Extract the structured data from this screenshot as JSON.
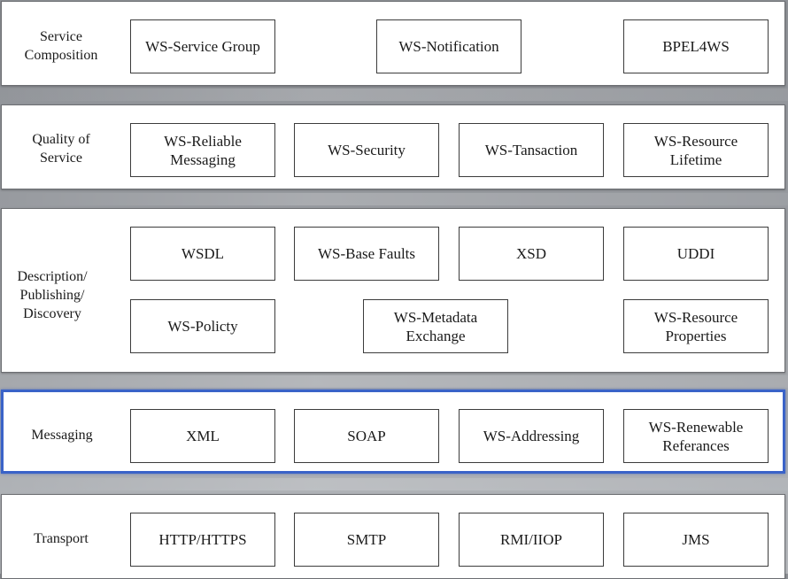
{
  "layers": {
    "service_composition": {
      "label": "Service\nComposition",
      "items": [
        "WS-Service Group",
        "WS-Notification",
        "BPEL4WS"
      ]
    },
    "quality_of_service": {
      "label": "Quality of\nService",
      "items": [
        "WS-Reliable\nMessaging",
        "WS-Security",
        "WS-Tansaction",
        "WS-Resource\nLifetime"
      ]
    },
    "description": {
      "label": "Description/\nPublishing/\nDiscovery",
      "items": [
        "WSDL",
        "WS-Base Faults",
        "XSD",
        "UDDI",
        "WS-Policty",
        "WS-Metadata\nExchange",
        "WS-Resource\nProperties"
      ]
    },
    "messaging": {
      "label": "Messaging",
      "items": [
        "XML",
        "SOAP",
        "WS-Addressing",
        "WS-Renewable\nReferances"
      ]
    },
    "transport": {
      "label": "Transport",
      "items": [
        "HTTP/HTTPS",
        "SMTP",
        "RMI/IIOP",
        "JMS"
      ]
    }
  },
  "colors": {
    "background": "#9a9da2",
    "panel": "#ffffff",
    "highlight_border": "#3a63c8",
    "box_border": "#3c3c3c"
  }
}
